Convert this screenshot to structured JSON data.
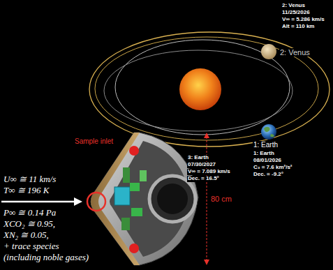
{
  "diagram": {
    "labels": [
      "2: Venus",
      "11/25/2026",
      "V∞ = 5.286 km/s",
      "Alt = 110 km",
      "2: Venus",
      "1: Earth",
      "1: Earth",
      "08/01/2026",
      "C₃ = 7.6 km²/s²",
      "Dec. = -9.2°",
      "3: Earth",
      "07/30/2027",
      "V∞ = 7.089 km/s",
      "Dec. = 16.5°",
      "Sample inlet",
      "80 cm",
      "U∞ ≅ 11 km/s",
      "T∞ ≅ 196 K",
      "P∞ ≅ 0.14 Pa",
      "XCO₂ ≅ 0.95,",
      "XN₂ ≅ 0.05,",
      "+ trace species",
      "(including noble gases)"
    ]
  }
}
